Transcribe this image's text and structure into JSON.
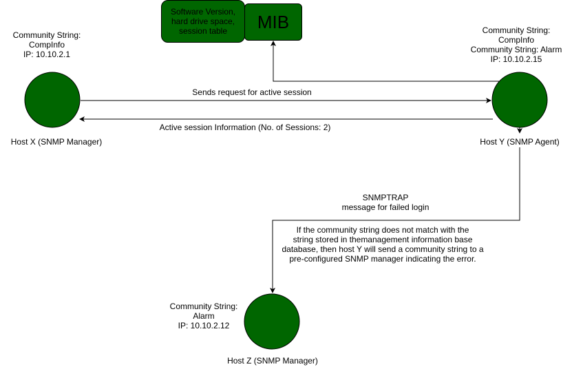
{
  "colors": {
    "node": "#006600",
    "line": "#000000"
  },
  "mib": {
    "info": [
      "Software Version,",
      "hard drive space,",
      "session table"
    ],
    "label": "MIB"
  },
  "host_x": {
    "lines": [
      "Community String:",
      "CompInfo",
      "IP: 10.10.2.1"
    ],
    "label": "Host X (SNMP Manager)"
  },
  "host_y": {
    "lines": [
      "Community String:",
      "CompInfo",
      "Community String: Alarm",
      "IP: 10.10.2.15"
    ],
    "label": "Host Y (SNMP Agent)"
  },
  "host_z": {
    "lines": [
      "Community String:",
      "Alarm",
      "IP: 10.10.2.12"
    ],
    "label": "Host Z (SNMP Manager)"
  },
  "edges": {
    "request": "Sends request for active session",
    "response": "Active session Information (No. of Sessions: 2)",
    "trap": [
      "SNMPTRAP",
      "message for failed login"
    ],
    "trap_note": [
      "If the community string does not match with the",
      "string stored in themanagement information base",
      "database, then host Y will send a community string to a",
      "pre-configured SNMP manager indicating the error."
    ]
  }
}
